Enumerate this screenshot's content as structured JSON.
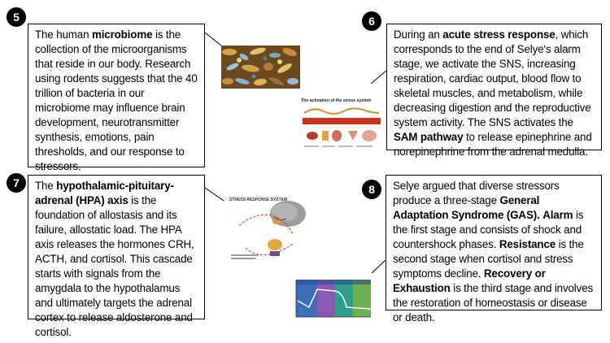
{
  "panel5": {
    "number": "5",
    "parts": [
      "The human ",
      "microbiome",
      " is the collection of the microorganisms that reside in our body. Research using rodents suggests that the 40 trillion of bacteria in our microbiome may influence brain development, neurotransmitter synthesis, emotions, pain thresholds, and our response to stressors."
    ]
  },
  "panel6": {
    "number": "6",
    "parts": [
      "During an ",
      "acute stress response",
      ", which corresponds to the end of Selye's alarm stage, we activate the SNS, increasing respiration, cardiac output, blood flow to skeletal muscles, and metabolism, while decreasing digestion and the reproductive system activity. The SNS activates the ",
      "SAM pathway",
      " to release epinephrine and norepinephrine from the adrenal medulla."
    ],
    "figure_title": "The activation of the stress system"
  },
  "panel7": {
    "number": "7",
    "parts": [
      "The ",
      "hypothalamic-pituitary-adrenal (HPA) axis",
      " is the foundation of allostasis and its failure, allostatic load. The HPA axis releases the hormones CRH, ACTH, and cortisol. This cascade starts with signals from the amygdala to the hypothalamus and ultimately targets the adrenal cortex to release aldosterone and cortisol."
    ],
    "figure_title": "STRESS RESPONSE SYSTEM"
  },
  "panel8": {
    "number": "8",
    "parts": [
      "Selye argued that diverse stressors produce a three-stage ",
      "General Adaptation Syndrome (GAS).",
      " ",
      "Alarm",
      " is the first stage and consists of shock and countershock phases. ",
      "Resistance",
      " is the second stage when cortisol and stress symptoms decline. ",
      "Recovery or Exhaustion",
      " is the third stage and involves the restoration of homeostasis or disease or death."
    ]
  }
}
